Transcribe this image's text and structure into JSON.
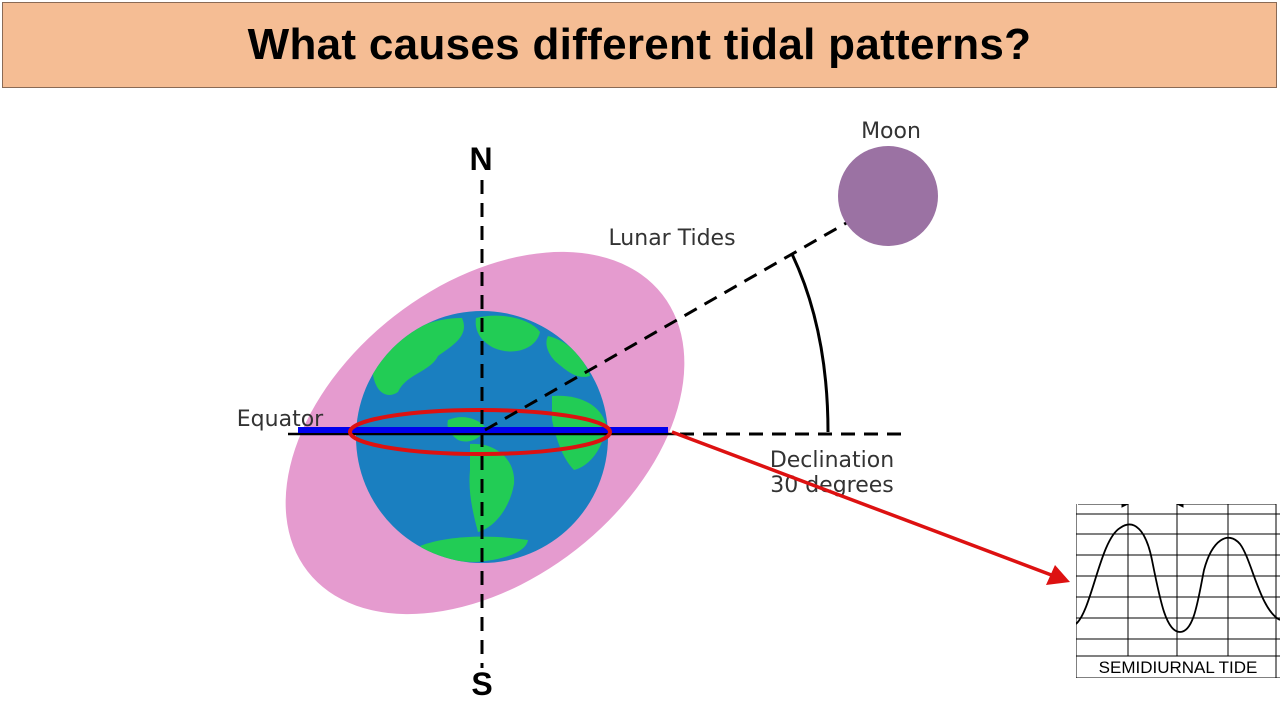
{
  "slide": {
    "title": "What causes different tidal patterns?"
  },
  "diagram": {
    "labels": {
      "north": "N",
      "south": "S",
      "moon": "Moon",
      "lunar_tides": "Lunar Tides",
      "equator": "Equator",
      "declination_line1": "Declination",
      "declination_line2": "30 degrees"
    },
    "colors": {
      "tidal_bulge": "#e59bcf",
      "ocean": "#1a7fc0",
      "land": "#22cc55",
      "moon": "#9b72a3",
      "equator_band": "#0000ee",
      "highlight": "#dd1111"
    }
  },
  "tide_chart": {
    "caption": "SEMIDIURNAL TIDE"
  }
}
